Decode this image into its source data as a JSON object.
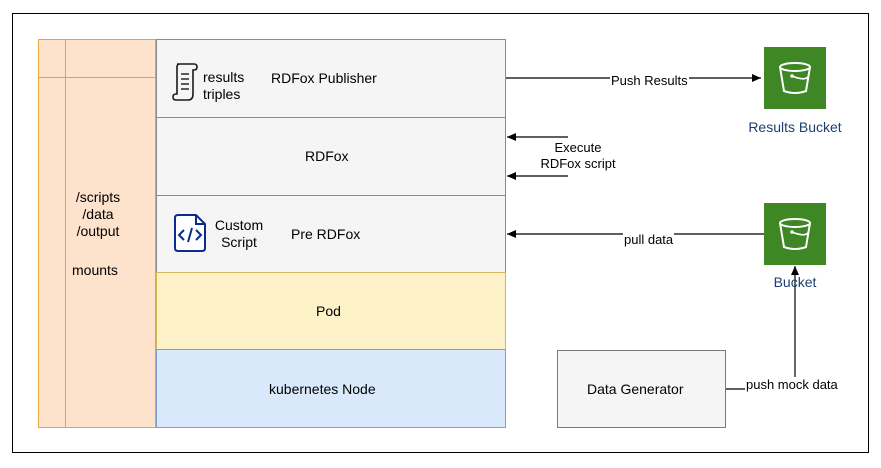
{
  "mounts": {
    "paths": [
      "/scripts",
      "/data",
      "/output"
    ],
    "label": "mounts"
  },
  "layers": {
    "publisher": {
      "icon_text_1": "results",
      "icon_text_2": "triples",
      "label": "RDFox Publisher"
    },
    "rdfox": {
      "label": "RDFox"
    },
    "pre": {
      "icon_text_1": "Custom",
      "icon_text_2": "Script",
      "label": "Pre RDFox"
    },
    "pod": {
      "label": "Pod"
    },
    "node": {
      "label": "kubernetes Node"
    }
  },
  "edges": {
    "push_results": "Push Results",
    "execute_1": "Execute",
    "execute_2": "RDFox script",
    "pull_data": "pull data",
    "push_mock": "push mock data"
  },
  "buckets": {
    "results": {
      "label": "Results Bucket",
      "icon": "s3-bucket-icon",
      "color": "#3f8624"
    },
    "input": {
      "label": "Bucket",
      "icon": "s3-bucket-icon",
      "color": "#3f8624"
    }
  },
  "generator": {
    "label": "Data Generator"
  }
}
